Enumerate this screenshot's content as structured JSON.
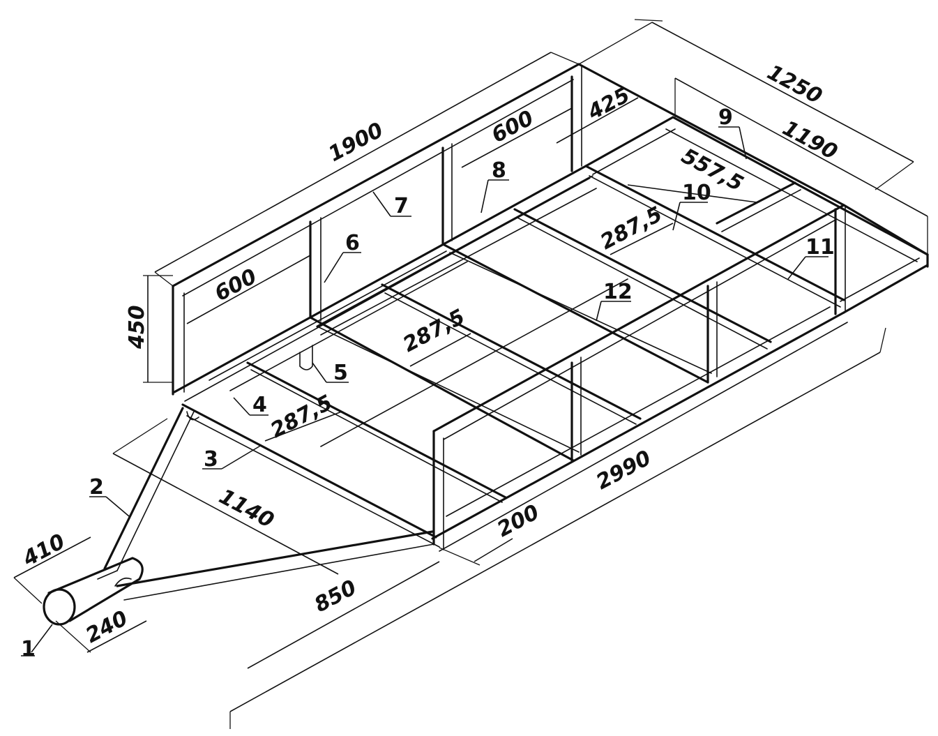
{
  "dimensions": {
    "d1900": "1900",
    "d1250": "1250",
    "d600_left": "600",
    "d600_right": "600",
    "d425": "425",
    "d1190": "1190",
    "d557_5": "557,5",
    "d450": "450",
    "d287_5_a": "287,5",
    "d287_5_b": "287,5",
    "d287_5_c": "287,5",
    "d1140": "1140",
    "d2990": "2990",
    "d200": "200",
    "d410": "410",
    "d850": "850",
    "d240": "240"
  },
  "parts": {
    "p1": "1",
    "p2": "2",
    "p3": "3",
    "p4": "4",
    "p5": "5",
    "p6": "6",
    "p7": "7",
    "p8": "8",
    "p9": "9",
    "p10": "10",
    "p11": "11",
    "p12": "12"
  }
}
